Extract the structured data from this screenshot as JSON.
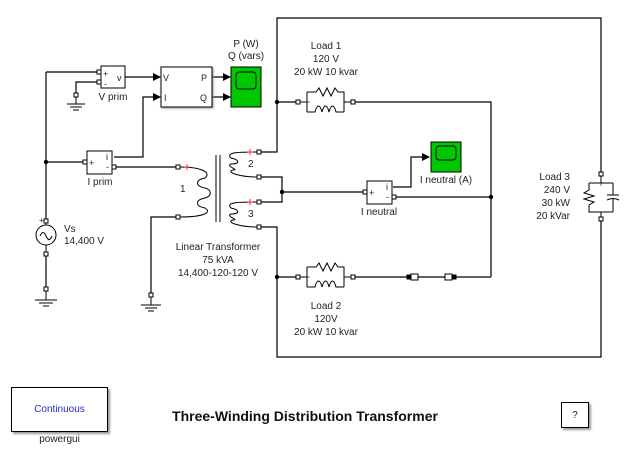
{
  "model": {
    "title": "Three-Winding Distribution Transformer",
    "powergui": {
      "mode_label": "Continuous",
      "name": "powergui"
    },
    "help_button": "?"
  },
  "blocks": {
    "v_prim": {
      "name": "V prim",
      "port_plus": "+",
      "port_minus": "-",
      "port_out": "v"
    },
    "i_prim": {
      "name": "I prim",
      "port_plus": "+",
      "port_minus": "-",
      "port_out": "i"
    },
    "pq": {
      "port_v": "V",
      "port_i": "I",
      "port_p": "P",
      "port_q": "Q"
    },
    "scope_pq": {
      "label_line1": "P (W)",
      "label_line2": "Q (vars)"
    },
    "source": {
      "name": "Vs",
      "value": "14,400 V",
      "polarity": "+"
    },
    "transformer": {
      "line1": "Linear Transformer",
      "line2": "75 kVA",
      "line3": "14,400-120-120 V",
      "winding1": "1",
      "winding2": "2",
      "winding3": "3"
    },
    "load1": {
      "line1": "Load 1",
      "line2": "120 V",
      "line3": "20 kW 10 kvar"
    },
    "load2": {
      "line1": "Load 2",
      "line2": "120V",
      "line3": "20 kW 10 kvar"
    },
    "load3": {
      "line1": "Load 3",
      "line2": "240 V",
      "line3": "30 kW",
      "line4": "20 kVar"
    },
    "i_neutral": {
      "name": "I neutral",
      "port_plus": "+",
      "port_minus": "-",
      "port_out": "i"
    },
    "scope_neutral": {
      "label": "I neutral (A)"
    }
  },
  "colors": {
    "scope_green": "#00c800",
    "polarity_red": "#ff3030",
    "powergui_text": "#2a2acc"
  }
}
